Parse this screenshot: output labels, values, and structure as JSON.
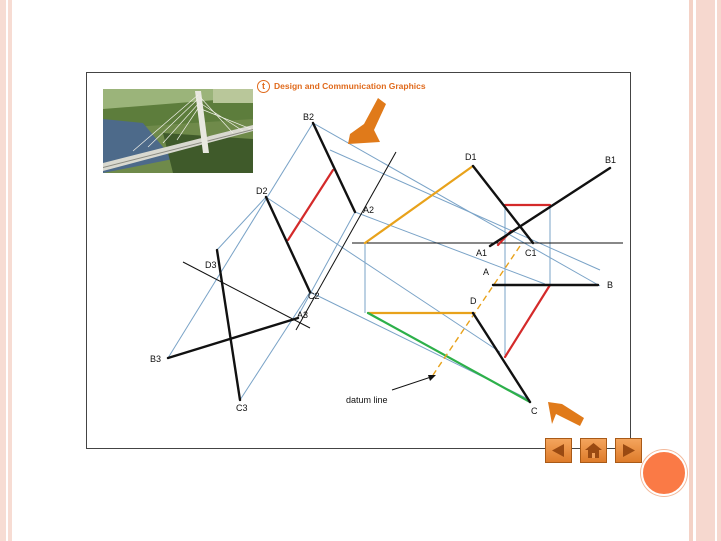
{
  "header": {
    "logo_letter": "t",
    "title": "Design and Communication Graphics"
  },
  "diagram": {
    "points": {
      "b2": "B2",
      "d1": "D1",
      "b1": "B1",
      "d2": "D2",
      "a2": "A2",
      "a1": "A1",
      "c1": "C1",
      "d3": "D3",
      "a": "A",
      "b": "B",
      "c2": "C2",
      "d": "D",
      "a3": "A3",
      "b3": "B3",
      "c3": "C3",
      "c": "C"
    },
    "annotation": "datum line"
  },
  "colors": {
    "rail_pink": "#f6d8cf",
    "accent_orange": "#e06a1c",
    "projector_blue": "#7aa3c7",
    "red": "#d42a2a",
    "yellow": "#e8a21b",
    "green": "#2db04a",
    "circle": "#fa7a46"
  },
  "icons": [
    "arrow-pointer-icon",
    "arrow-left-icon",
    "home-icon",
    "arrow-right-icon"
  ]
}
